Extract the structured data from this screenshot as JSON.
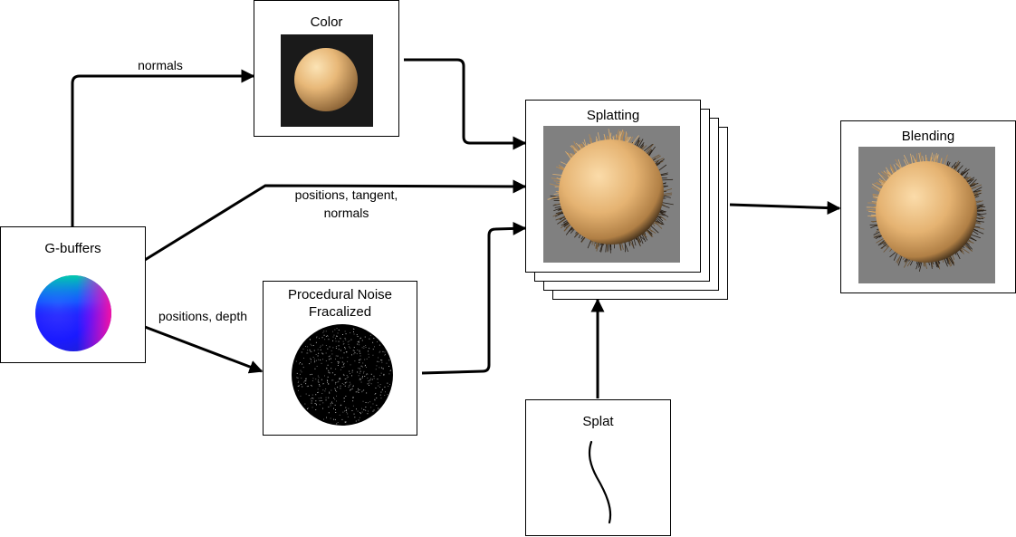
{
  "nodes": {
    "gbuffers": {
      "title": "G-buffers"
    },
    "color": {
      "title": "Color"
    },
    "noise": {
      "title": "Procedural Noise Fracalized"
    },
    "splatting": {
      "title": "Splatting"
    },
    "blending": {
      "title": "Blending"
    },
    "splat": {
      "title": "Splat"
    }
  },
  "edges": {
    "normals": "normals",
    "positions_tangent": "positions, tangent,",
    "positions_tangent_normals": "normals",
    "positions_depth": "positions, depth"
  },
  "colors": {
    "line": "#000000",
    "sphere_tan": "#e8b878",
    "color_panel_bg": "#1a1a1a",
    "gray_panel_bg": "#808080"
  }
}
